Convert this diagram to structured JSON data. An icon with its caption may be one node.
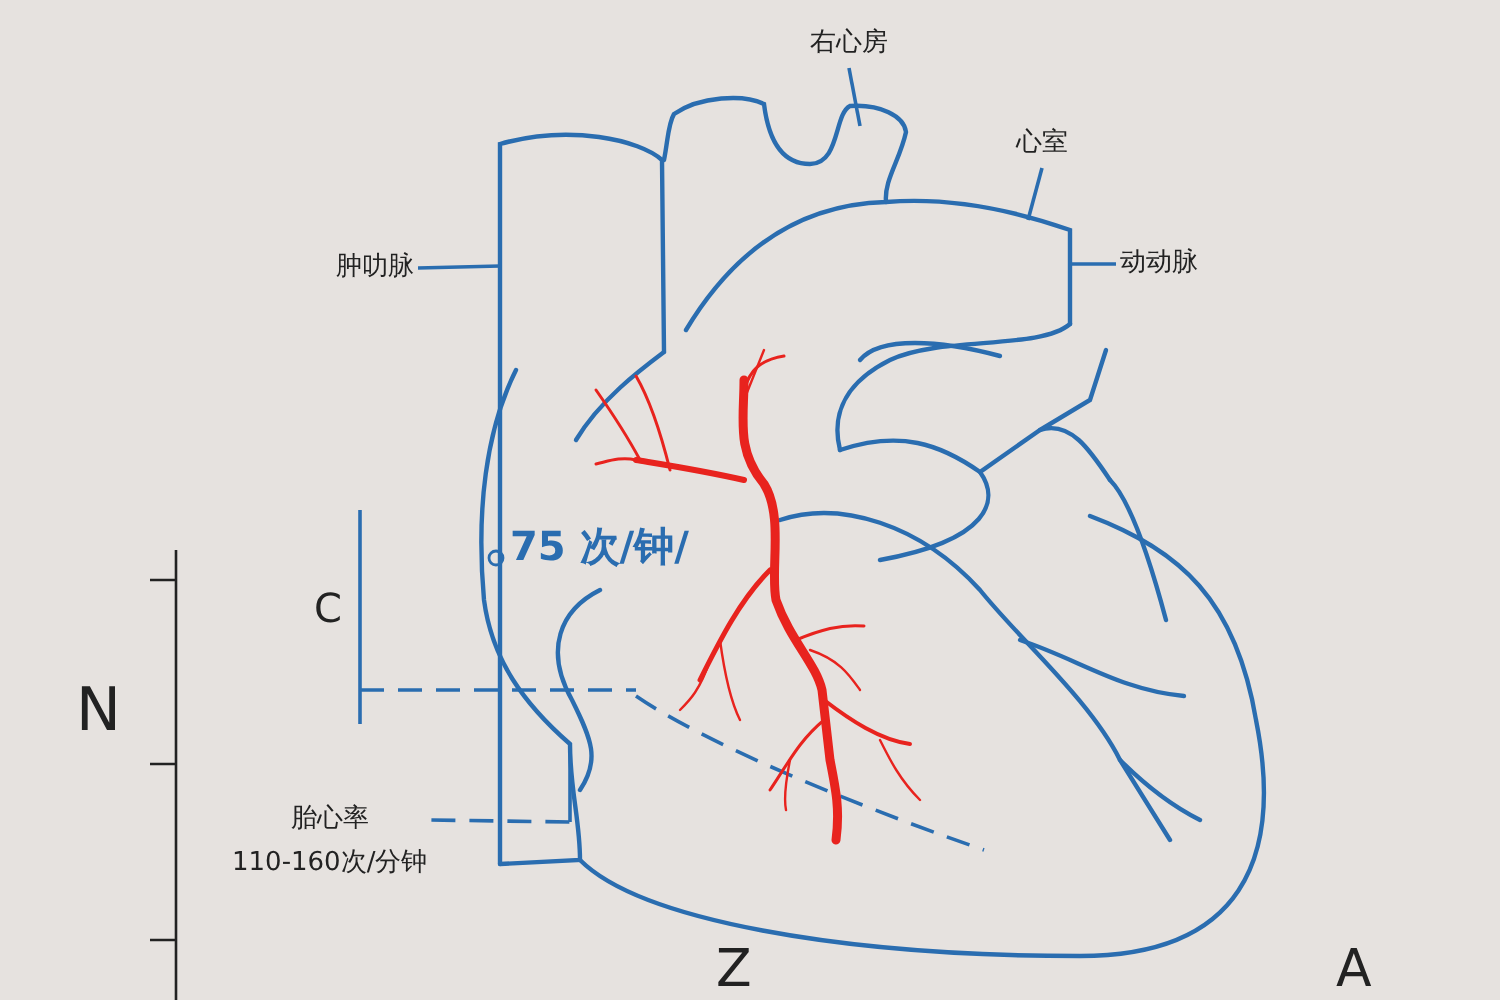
{
  "diagram": {
    "nodes": [
      {
        "text": [
          "右心房"
        ]
      },
      {
        "text": [
          "心室"
        ]
      },
      {
        "text": [
          "肿叻脉"
        ]
      },
      {
        "text": [
          "动动脉"
        ]
      },
      {
        "text": [
          "胎心率",
          "110-160次/分钟"
        ]
      }
    ],
    "edges": [
      {
        "from": 0,
        "to": null,
        "arrow": "none"
      },
      {
        "from": 1,
        "to": null,
        "arrow": "none"
      },
      {
        "from": 2,
        "to": null,
        "arrow": "none"
      },
      {
        "from": 3,
        "to": null,
        "arrow": "none"
      },
      {
        "from": 4,
        "to": null,
        "arrow": "none",
        "style": "dashed"
      }
    ],
    "labels": [
      "75 次/钟/",
      "C",
      "N",
      "Z",
      "A"
    ]
  }
}
